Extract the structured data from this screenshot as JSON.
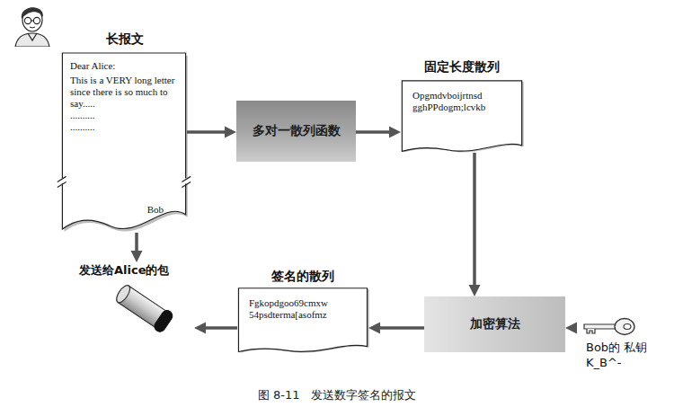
{
  "diagram": {
    "caption": "图 8-11   发送数字签名的报文",
    "nodes": [
      {
        "text": [
          "长报文",
          "Dear Alice:",
          "This is a VERY long letter since there is so much to say.....",
          "..........",
          "..........",
          "Bob"
        ]
      },
      {
        "text": [
          "多对一散列函数"
        ]
      },
      {
        "text": [
          "固定长度散列",
          "Opgmdvboijrtnsd gghPPdogm;lcvkb"
        ]
      },
      {
        "text": [
          "加密算法"
        ]
      },
      {
        "text": [
          "Bob的 私钥K_B^-"
        ]
      },
      {
        "text": [
          "签名的散列",
          "Fgkopdgoo69cmxw 54psdterma[asofmz"
        ]
      },
      {
        "text": [
          "发送给Alice的包"
        ]
      }
    ],
    "edges": [
      {
        "from": 0,
        "to": 1,
        "arrow": "to"
      },
      {
        "from": 1,
        "to": 2,
        "arrow": "to"
      },
      {
        "from": 2,
        "to": 3,
        "arrow": "to"
      },
      {
        "from": 4,
        "to": 3,
        "arrow": "to"
      },
      {
        "from": 3,
        "to": 5,
        "arrow": "to"
      },
      {
        "from": 5,
        "to": 6,
        "arrow": "to"
      },
      {
        "from": 0,
        "to": 6,
        "arrow": "to"
      }
    ]
  }
}
